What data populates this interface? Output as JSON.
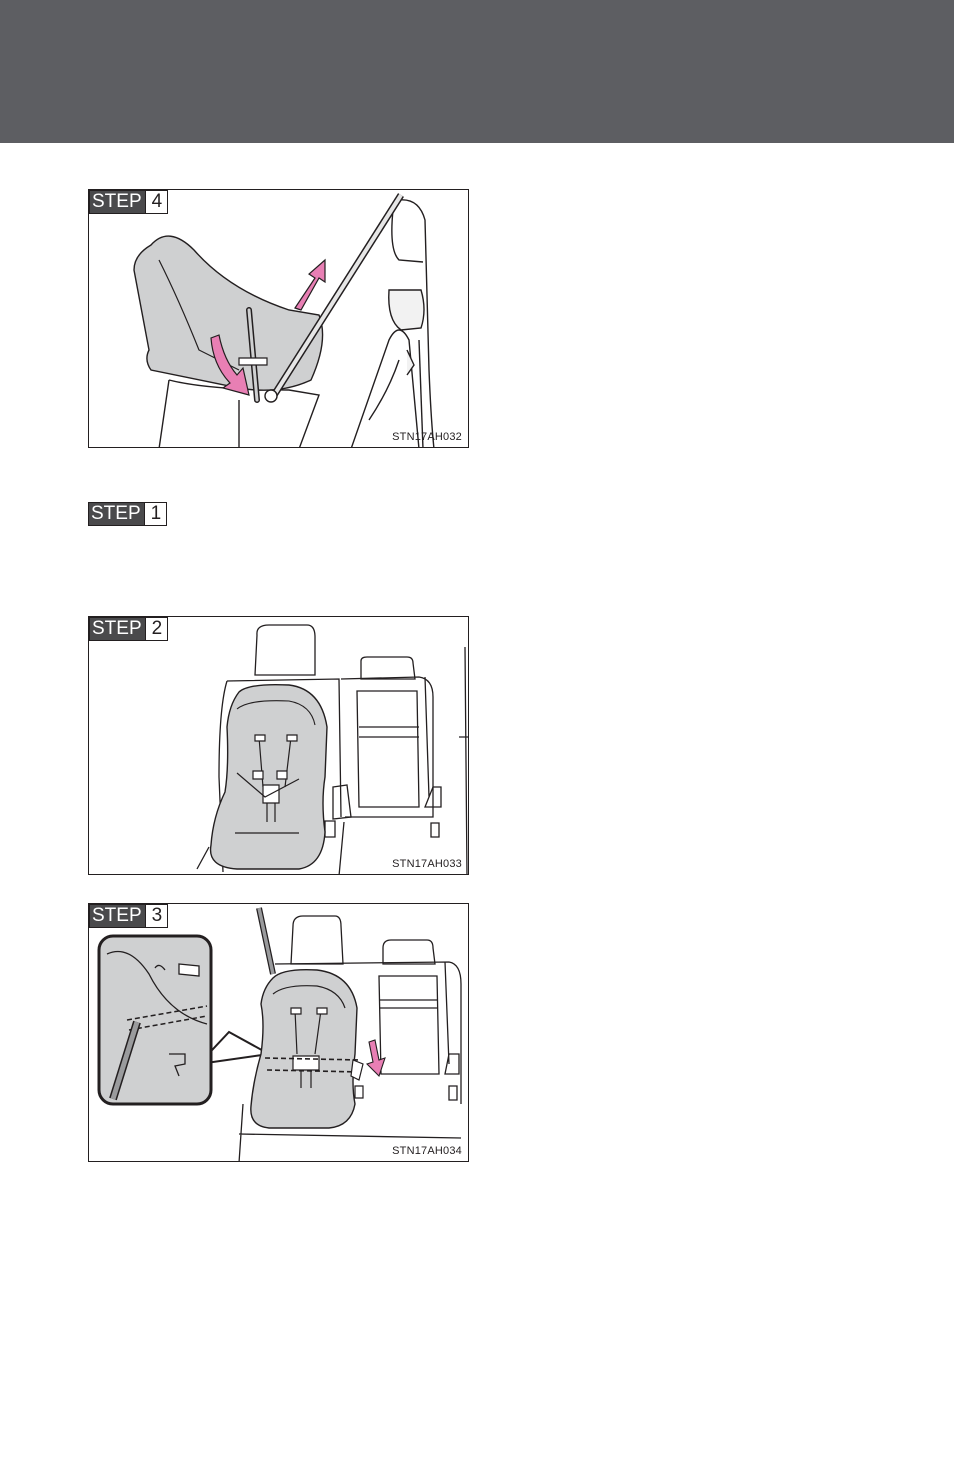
{
  "figures": [
    {
      "step_word": "STEP",
      "step_number": "4",
      "code": "STN17AH032"
    },
    {
      "step_word": "STEP",
      "step_number": "2",
      "code": "STN17AH033"
    },
    {
      "step_word": "STEP",
      "step_number": "3",
      "code": "STN17AH034"
    }
  ],
  "standalone_step": {
    "step_word": "STEP",
    "step_number": "1"
  },
  "colors": {
    "header": "#5d5e62",
    "arrow": "#e87fb4",
    "seat_shade": "#cfd0d1"
  }
}
